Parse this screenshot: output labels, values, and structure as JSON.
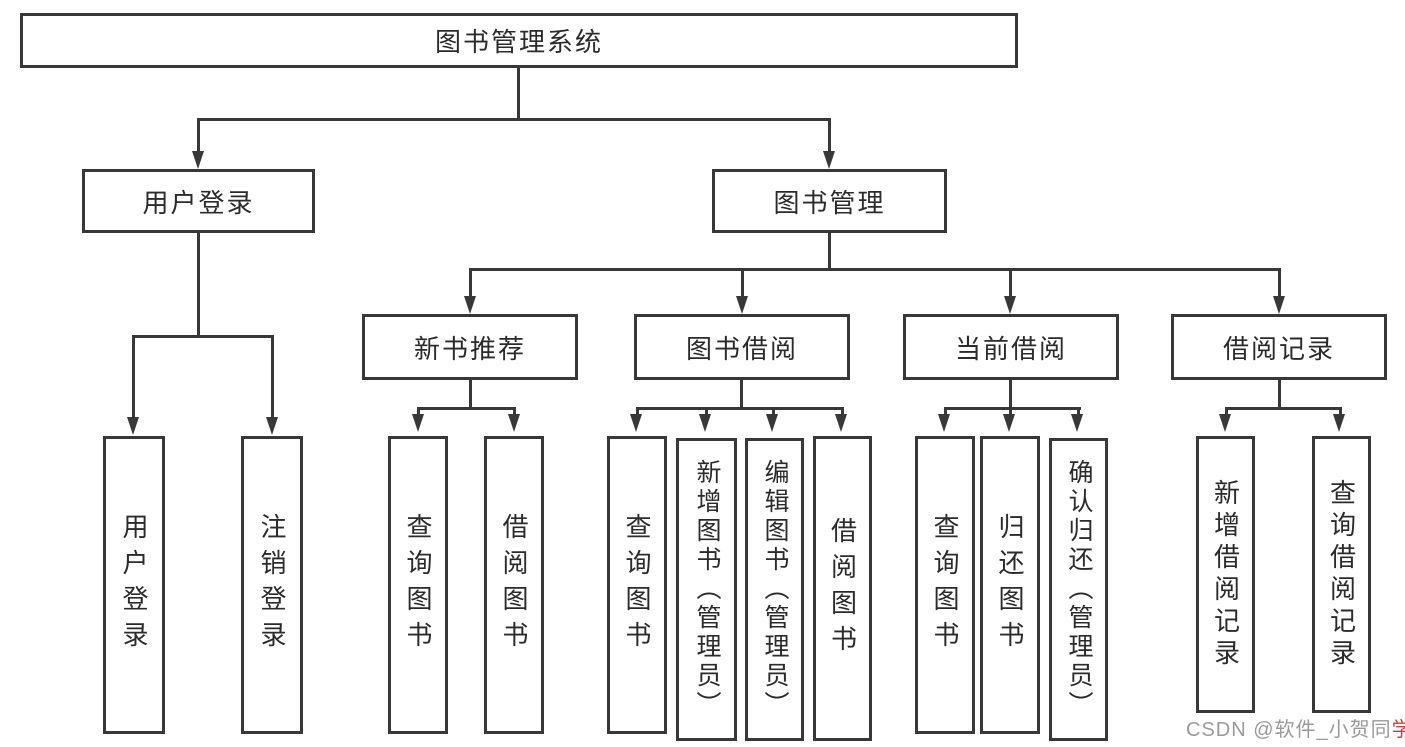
{
  "nodes": {
    "root": "图书管理系统",
    "user_login": "用户登录",
    "book_mgmt": "图书管理",
    "new_book_rec": "新书推荐",
    "book_borrow": "图书借阅",
    "current_borrow": "当前借阅",
    "borrow_record": "借阅记录",
    "ul_login": "用户登录",
    "ul_logout": "注销登录",
    "nb_query": "查询图书",
    "nb_borrow": "借阅图书",
    "bb_query": "查询图书",
    "bb_add": "新增图书（管理员）",
    "bb_edit": "编辑图书（管理员）",
    "bb_borrow": "借阅图书",
    "cb_query": "查询图书",
    "cb_return": "归还图书",
    "cb_confirm": "确认归还（管理员）",
    "br_add": "新增借阅记录",
    "br_query": "查询借阅记录"
  },
  "watermark": {
    "prefix": "CSDN @软件_小贺同",
    "accent": "学"
  },
  "colors": {
    "line": "#383838",
    "box_border": "#383838",
    "text": "#2b2b2b",
    "watermark": "#9a9a9a",
    "watermark_accent": "#c8423c"
  }
}
